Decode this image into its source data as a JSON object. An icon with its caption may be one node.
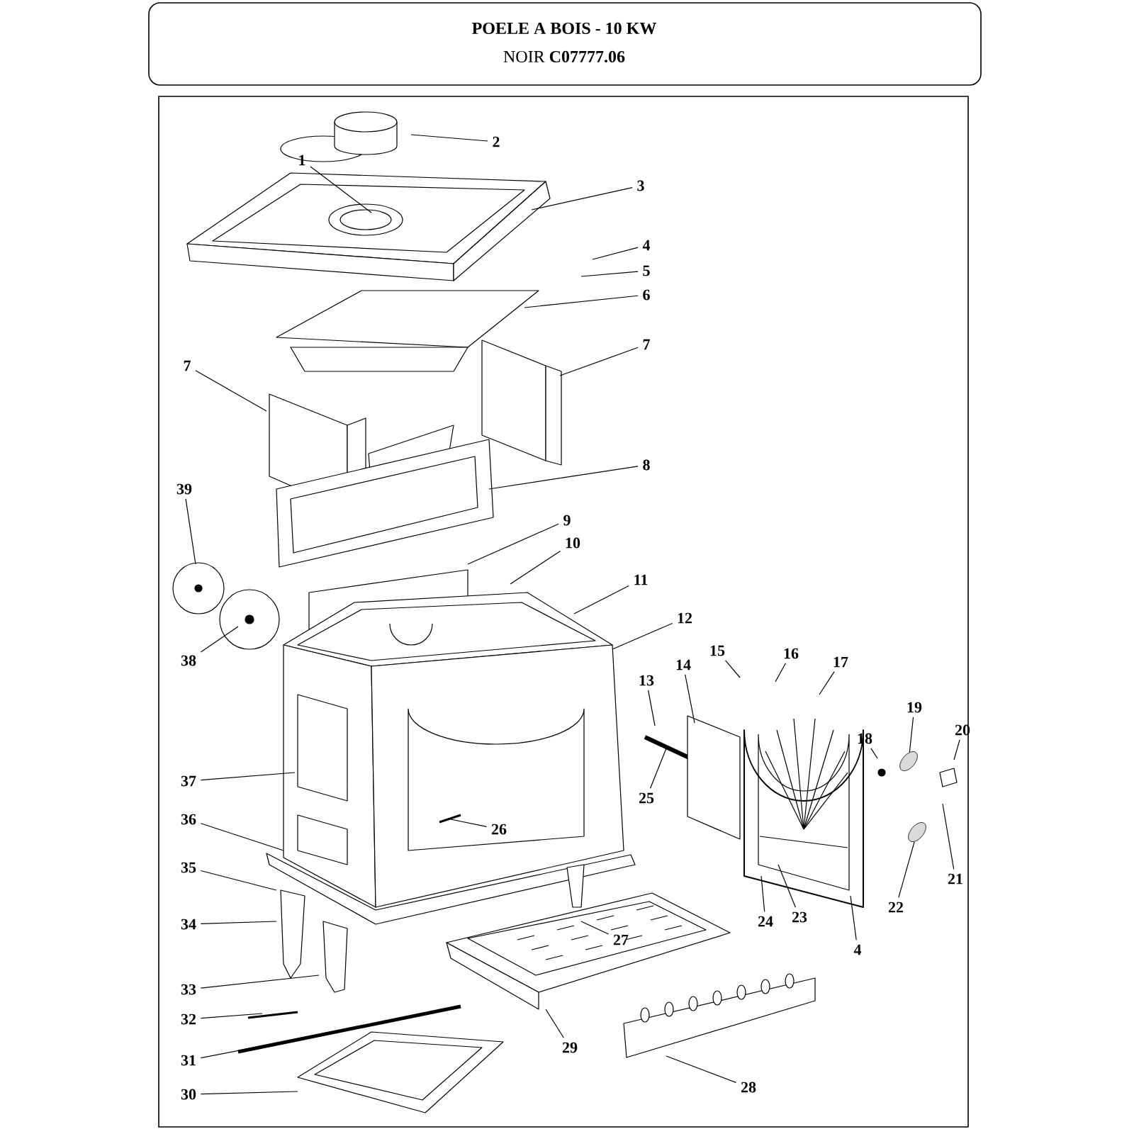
{
  "diagram": {
    "title": "POELE A BOIS - 10 KW",
    "nodes": [
      {
        "text": [
          "2"
        ]
      },
      {
        "text": [
          "1"
        ]
      },
      {
        "text": [
          "3"
        ]
      },
      {
        "text": [
          "4"
        ]
      },
      {
        "text": [
          "5"
        ]
      },
      {
        "text": [
          "6"
        ]
      },
      {
        "text": [
          "7"
        ]
      },
      {
        "text": [
          "7"
        ]
      },
      {
        "text": [
          "8"
        ]
      },
      {
        "text": [
          "39"
        ]
      },
      {
        "text": [
          "9"
        ]
      },
      {
        "text": [
          "10"
        ]
      },
      {
        "text": [
          "11"
        ]
      },
      {
        "text": [
          "12"
        ]
      },
      {
        "text": [
          "38"
        ]
      },
      {
        "text": [
          "15"
        ]
      },
      {
        "text": [
          "16"
        ]
      },
      {
        "text": [
          "17"
        ]
      },
      {
        "text": [
          "14"
        ]
      },
      {
        "text": [
          "13"
        ]
      },
      {
        "text": [
          "19"
        ]
      },
      {
        "text": [
          "20"
        ]
      },
      {
        "text": [
          "18"
        ]
      },
      {
        "text": [
          "37"
        ]
      },
      {
        "text": [
          "25"
        ]
      },
      {
        "text": [
          "36"
        ]
      },
      {
        "text": [
          "26"
        ]
      },
      {
        "text": [
          "35"
        ]
      },
      {
        "text": [
          "21"
        ]
      },
      {
        "text": [
          "22"
        ]
      },
      {
        "text": [
          "23"
        ]
      },
      {
        "text": [
          "24"
        ]
      },
      {
        "text": [
          "34"
        ]
      },
      {
        "text": [
          "4"
        ]
      },
      {
        "text": [
          "27"
        ]
      },
      {
        "text": [
          "33"
        ]
      },
      {
        "text": [
          "32"
        ]
      },
      {
        "text": [
          "29"
        ]
      },
      {
        "text": [
          "31"
        ]
      },
      {
        "text": [
          "28"
        ]
      },
      {
        "text": [
          "30"
        ]
      },
      {
        "text": [],
        "shape": "picture"
      },
      {
        "text": [],
        "shape": "picture"
      }
    ],
    "edges": [
      {
        "from": 0,
        "to": null,
        "arrow": "none"
      },
      {
        "from": 1,
        "to": null,
        "arrow": "none"
      },
      {
        "from": 2,
        "to": null,
        "arrow": "none"
      },
      {
        "from": 3,
        "to": null,
        "arrow": "none"
      },
      {
        "from": 4,
        "to": null,
        "arrow": "none"
      },
      {
        "from": 5,
        "to": null,
        "arrow": "none"
      },
      {
        "from": 6,
        "to": null,
        "arrow": "none"
      },
      {
        "from": 7,
        "to": null,
        "arrow": "none"
      },
      {
        "from": 8,
        "to": null,
        "arrow": "none"
      },
      {
        "from": 9,
        "to": null,
        "arrow": "none"
      },
      {
        "from": 10,
        "to": null,
        "arrow": "none"
      },
      {
        "from": 11,
        "to": null,
        "arrow": "none"
      },
      {
        "from": 12,
        "to": null,
        "arrow": "none"
      },
      {
        "from": 13,
        "to": null,
        "arrow": "none"
      },
      {
        "from": 14,
        "to": null,
        "arrow": "none"
      },
      {
        "from": 15,
        "to": null,
        "arrow": "none"
      },
      {
        "from": 16,
        "to": null,
        "arrow": "none"
      },
      {
        "from": 17,
        "to": null,
        "arrow": "none"
      },
      {
        "from": 18,
        "to": null,
        "arrow": "none"
      },
      {
        "from": 19,
        "to": null,
        "arrow": "none"
      },
      {
        "from": 20,
        "to": 41,
        "arrow": "none"
      },
      {
        "from": 21,
        "to": null,
        "arrow": "none"
      },
      {
        "from": 22,
        "to": null,
        "arrow": "none"
      },
      {
        "from": 23,
        "to": null,
        "arrow": "none"
      },
      {
        "from": 24,
        "to": null,
        "arrow": "none"
      },
      {
        "from": 25,
        "to": null,
        "arrow": "none"
      },
      {
        "from": 26,
        "to": null,
        "arrow": "none"
      },
      {
        "from": 27,
        "to": null,
        "arrow": "none"
      },
      {
        "from": 28,
        "to": null,
        "arrow": "none"
      },
      {
        "from": 29,
        "to": 42,
        "arrow": "none"
      },
      {
        "from": 30,
        "to": null,
        "arrow": "none"
      },
      {
        "from": 31,
        "to": null,
        "arrow": "none"
      },
      {
        "from": 32,
        "to": null,
        "arrow": "none"
      },
      {
        "from": 33,
        "to": null,
        "arrow": "none"
      },
      {
        "from": 34,
        "to": null,
        "arrow": "none"
      },
      {
        "from": 35,
        "to": null,
        "arrow": "none"
      },
      {
        "from": 36,
        "to": null,
        "arrow": "none"
      },
      {
        "from": 37,
        "to": null,
        "arrow": "none"
      },
      {
        "from": 38,
        "to": null,
        "arrow": "none"
      },
      {
        "from": 39,
        "to": null,
        "arrow": "none"
      },
      {
        "from": 40,
        "to": null,
        "arrow": "none"
      }
    ],
    "labels": [
      "NOIR **C07777.06**"
    ]
  }
}
